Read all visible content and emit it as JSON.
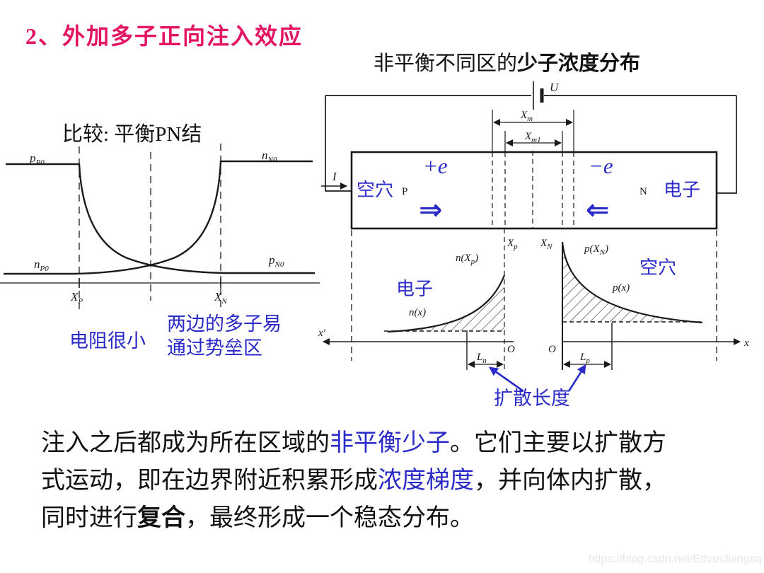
{
  "page": {
    "main_title": "2、外加多子正向注入效应",
    "watermark": "https://blog.csdn.net/EthanJiangsq",
    "colors": {
      "magenta": "#e41363",
      "blue": "#2a2ac8",
      "ink": "#1a1a1a",
      "watermark": "#e7e7e7"
    }
  },
  "right_title": {
    "regular": "非平衡不同区的",
    "bold": "少子浓度分布"
  },
  "left_diagram": {
    "title": "比较: 平衡PN结",
    "labels": {
      "p_P0": {
        "main": "p",
        "sub": "P0"
      },
      "n_N0": {
        "main": "n",
        "sub": "N0"
      },
      "n_P0": {
        "main": "n",
        "sub": "P0"
      },
      "p_N0": {
        "main": "p",
        "sub": "N0"
      },
      "X_P": {
        "main": "X",
        "sub": "P"
      },
      "X_N": {
        "main": "X",
        "sub": "N"
      }
    },
    "notes": {
      "resistance": "电阻很小",
      "majority_line1": "两边的多子易",
      "majority_line2": "通过势垒区"
    }
  },
  "circuit": {
    "voltage": "U",
    "current": "I",
    "X_m": {
      "main": "X",
      "sub": "m"
    },
    "X_m1": {
      "main": "X",
      "sub": "m1"
    },
    "region_p": "P",
    "region_n": "N",
    "holes_label": "空穴",
    "electrons_label": "电子",
    "plus_e": "+e",
    "minus_e": "−e",
    "arrow_right": "⇒",
    "arrow_left": "⇐"
  },
  "distribution": {
    "X_p": {
      "main": "X",
      "sub": "p"
    },
    "X_N": {
      "main": "X",
      "sub": "N"
    },
    "n_Xp": {
      "pre": "n(X",
      "sub": "p",
      "post": ")"
    },
    "p_XN": {
      "pre": "p(X",
      "sub": "N",
      "post": ")"
    },
    "n_x": "n(x)",
    "p_x": "p(x)",
    "electrons_label": "电子",
    "holes_label": "空穴",
    "L_n": {
      "main": "L",
      "sub": "n"
    },
    "L_p": {
      "main": "L",
      "sub": "p"
    },
    "origin_left": "O",
    "origin_right": "O",
    "axis_left": "x′",
    "axis_right": "x",
    "diffusion_length": "扩散长度"
  },
  "paragraph": {
    "lines": [
      {
        "segments": [
          {
            "text": "注入之后都成为所在区域的"
          },
          {
            "text": "非平衡少子"
          },
          {
            "text": "。它们主要以扩散方"
          }
        ]
      },
      {
        "segments": [
          {
            "text": "式运动，即在边界附近积累形成"
          },
          {
            "text": "浓度梯度"
          },
          {
            "text": "，并向体内扩散，"
          }
        ]
      },
      {
        "segments": [
          {
            "text": "同时进行"
          },
          {
            "text": "复合"
          },
          {
            "text": "，最终形成一个稳态分布。"
          }
        ]
      }
    ]
  }
}
